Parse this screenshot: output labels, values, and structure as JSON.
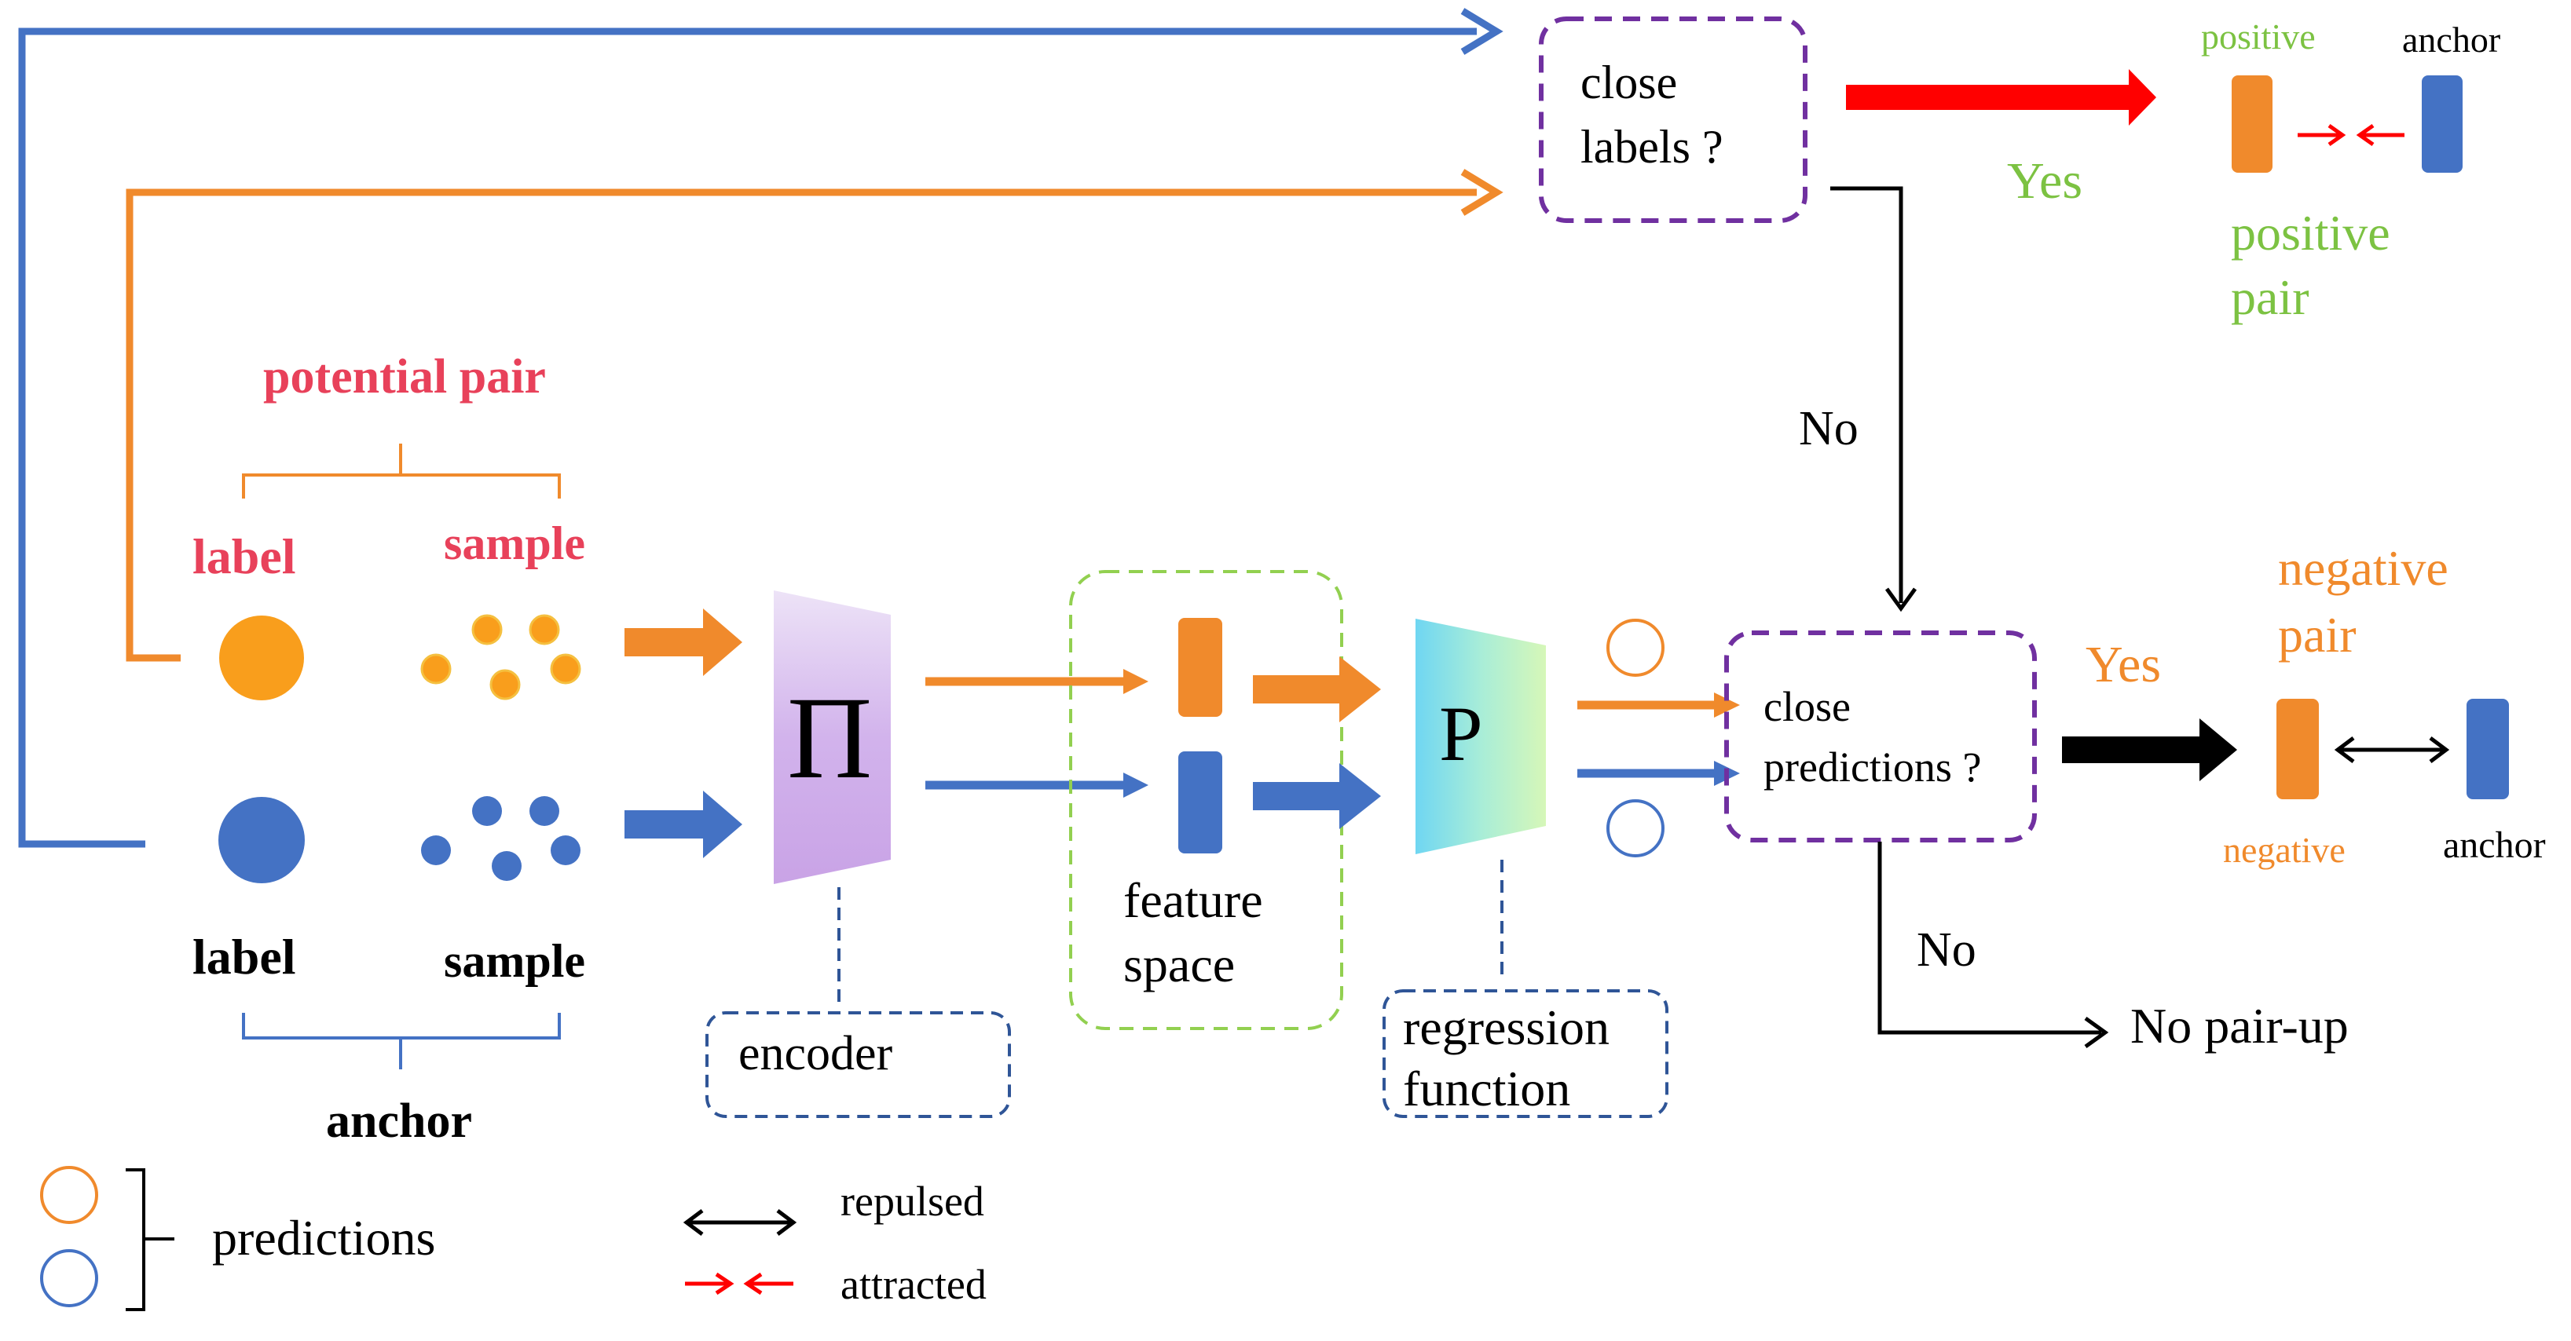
{
  "colors": {
    "orange": "#F08A2C",
    "blue": "#4472C4",
    "red": "#FF0000",
    "green": "#7CC242",
    "pink": "#E8415A",
    "purple": "#7030A0",
    "dashed_blue": "#2F5597",
    "dashed_green": "#92D050",
    "black": "#000000"
  },
  "top": {
    "close_labels": "close",
    "close_labels_line2": "labels ?",
    "yes": "Yes",
    "no": "No",
    "positive": "positive",
    "anchor": "anchor",
    "positive_pair_line1": "positive",
    "positive_pair_line2": "pair"
  },
  "inputs": {
    "potential_pair": "potential pair",
    "label_top": "label",
    "sample_top": "sample",
    "label_bottom": "label",
    "sample_bottom": "sample",
    "anchor": "anchor"
  },
  "encoder": {
    "symbol": "Π",
    "name": "encoder"
  },
  "feature": {
    "line1": "feature",
    "line2": "space"
  },
  "regression": {
    "symbol": "P",
    "line1": "regression",
    "line2": "function"
  },
  "decision2": {
    "line1": "close",
    "line2": "predictions ?",
    "yes": "Yes",
    "no": "No",
    "no_pairup": "No pair-up",
    "negative_pair_line1": "negative",
    "negative_pair_line2": "pair",
    "negative": "negative",
    "anchor": "anchor"
  },
  "legend": {
    "predictions": "predictions",
    "repulsed": "repulsed",
    "attracted": "attracted"
  }
}
